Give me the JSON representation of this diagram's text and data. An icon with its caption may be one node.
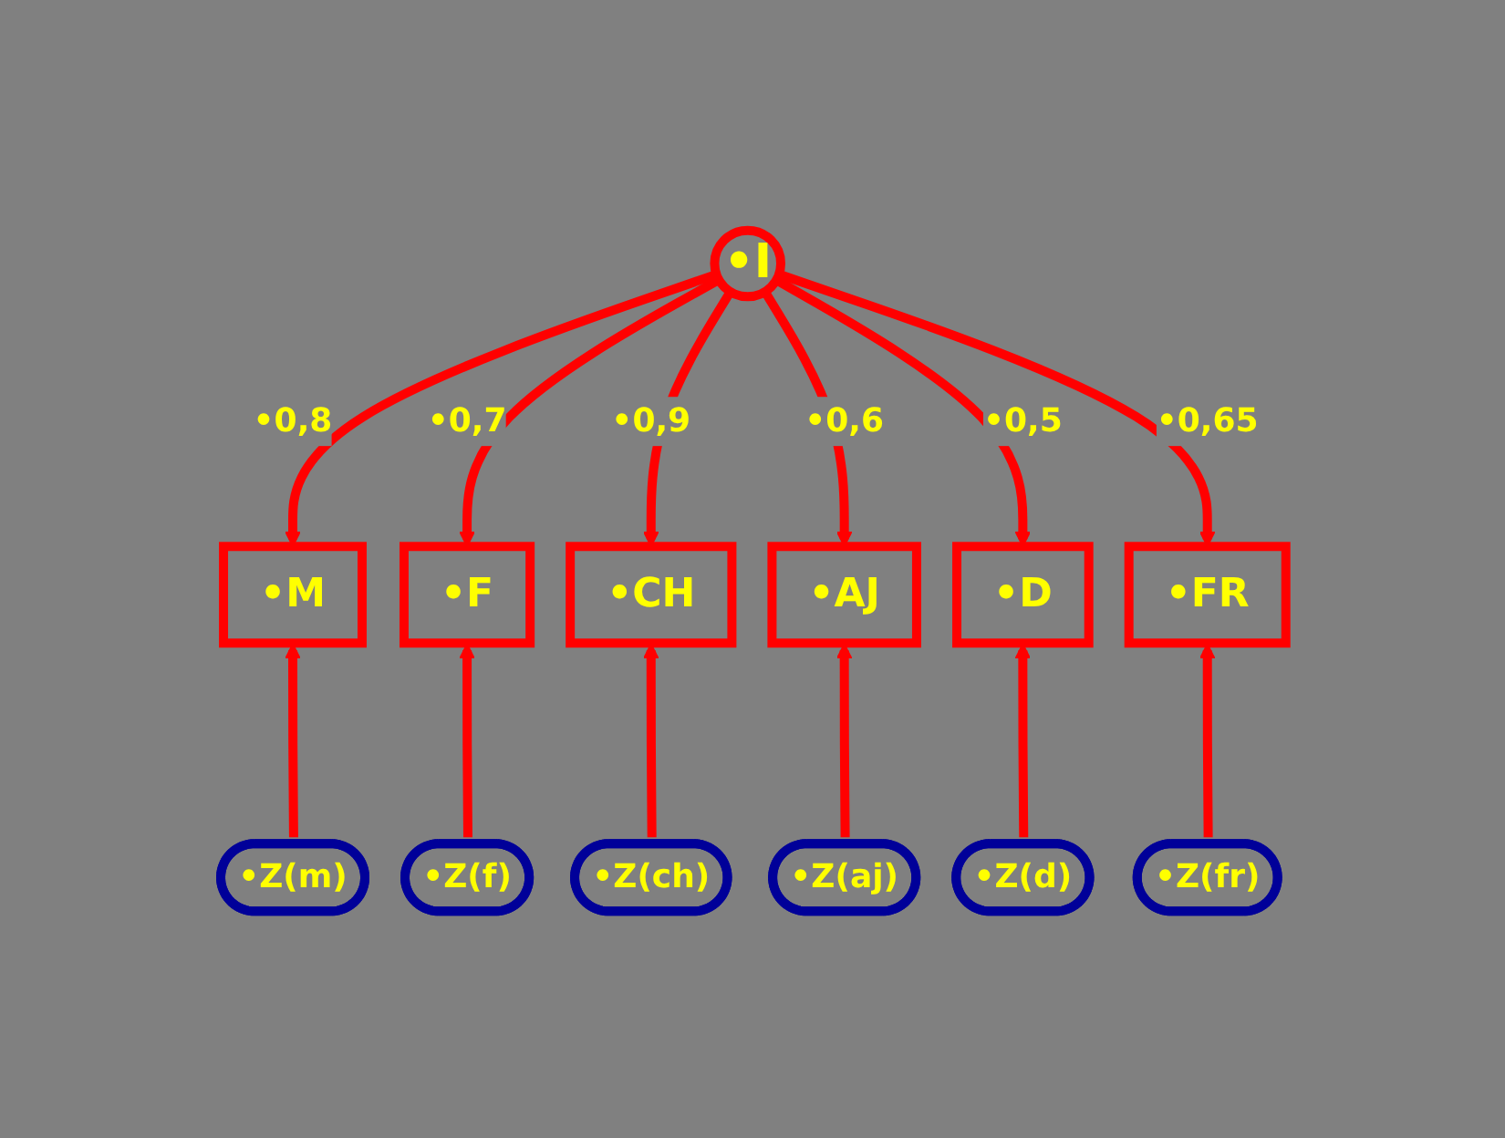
{
  "diagram": {
    "nodes": [
      {
        "text": [
          "•I"
        ]
      },
      {
        "text": [
          "•M"
        ]
      },
      {
        "text": [
          "•F"
        ]
      },
      {
        "text": [
          "•CH"
        ]
      },
      {
        "text": [
          "•AJ"
        ]
      },
      {
        "text": [
          "•D"
        ]
      },
      {
        "text": [
          "•FR"
        ]
      },
      {
        "text": [
          "•Z(m)"
        ]
      },
      {
        "text": [
          "•Z(f)"
        ]
      },
      {
        "text": [
          "•Z(ch)"
        ]
      },
      {
        "text": [
          "•Z(aj)"
        ]
      },
      {
        "text": [
          "•Z(d)"
        ]
      },
      {
        "text": [
          "•Z(fr)"
        ]
      }
    ],
    "edges": [
      {
        "from": 0,
        "to": 1,
        "arrow": "to",
        "label": "•0,8"
      },
      {
        "from": 0,
        "to": 2,
        "arrow": "to",
        "label": "•0,7"
      },
      {
        "from": 0,
        "to": 3,
        "arrow": "to",
        "label": "•0,9"
      },
      {
        "from": 0,
        "to": 4,
        "arrow": "to",
        "label": "•0,6"
      },
      {
        "from": 0,
        "to": 5,
        "arrow": "to",
        "label": "•0,5"
      },
      {
        "from": 0,
        "to": 6,
        "arrow": "to",
        "label": "•0,65"
      },
      {
        "from": 7,
        "to": 1,
        "arrow": "to"
      },
      {
        "from": 8,
        "to": 2,
        "arrow": "to"
      },
      {
        "from": 9,
        "to": 3,
        "arrow": "to"
      },
      {
        "from": 10,
        "to": 4,
        "arrow": "to"
      },
      {
        "from": 11,
        "to": 5,
        "arrow": "to"
      },
      {
        "from": 12,
        "to": 6,
        "arrow": "to"
      }
    ]
  }
}
